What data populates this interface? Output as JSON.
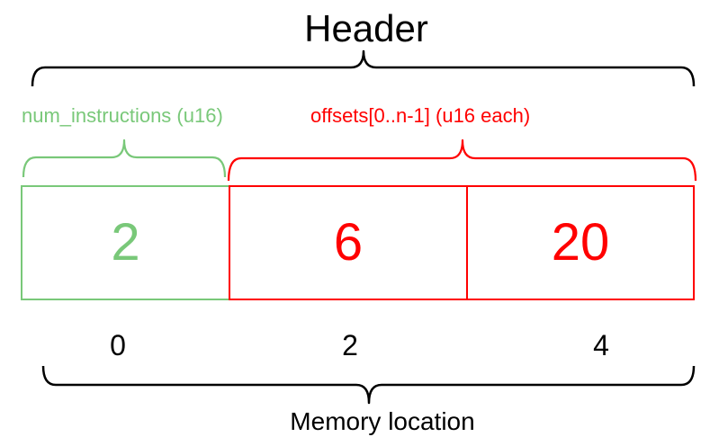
{
  "title": "Header",
  "colors": {
    "green": "#79c879",
    "red": "#ff0000",
    "ink": "#000000",
    "background": "#ffffff"
  },
  "header_group": {
    "fields": [
      {
        "id": "num_instructions",
        "label": "num_instructions (u16)"
      },
      {
        "id": "offsets",
        "label": "offsets[0..n-1] (u16 each)"
      }
    ]
  },
  "cells": [
    {
      "field": "num_instructions",
      "value": "2",
      "memory_location": "0"
    },
    {
      "field": "offsets[0]",
      "value": "6",
      "memory_location": "2"
    },
    {
      "field": "offsets[1]",
      "value": "20",
      "memory_location": "4"
    }
  ],
  "memory_axis": {
    "label": "Memory location"
  }
}
